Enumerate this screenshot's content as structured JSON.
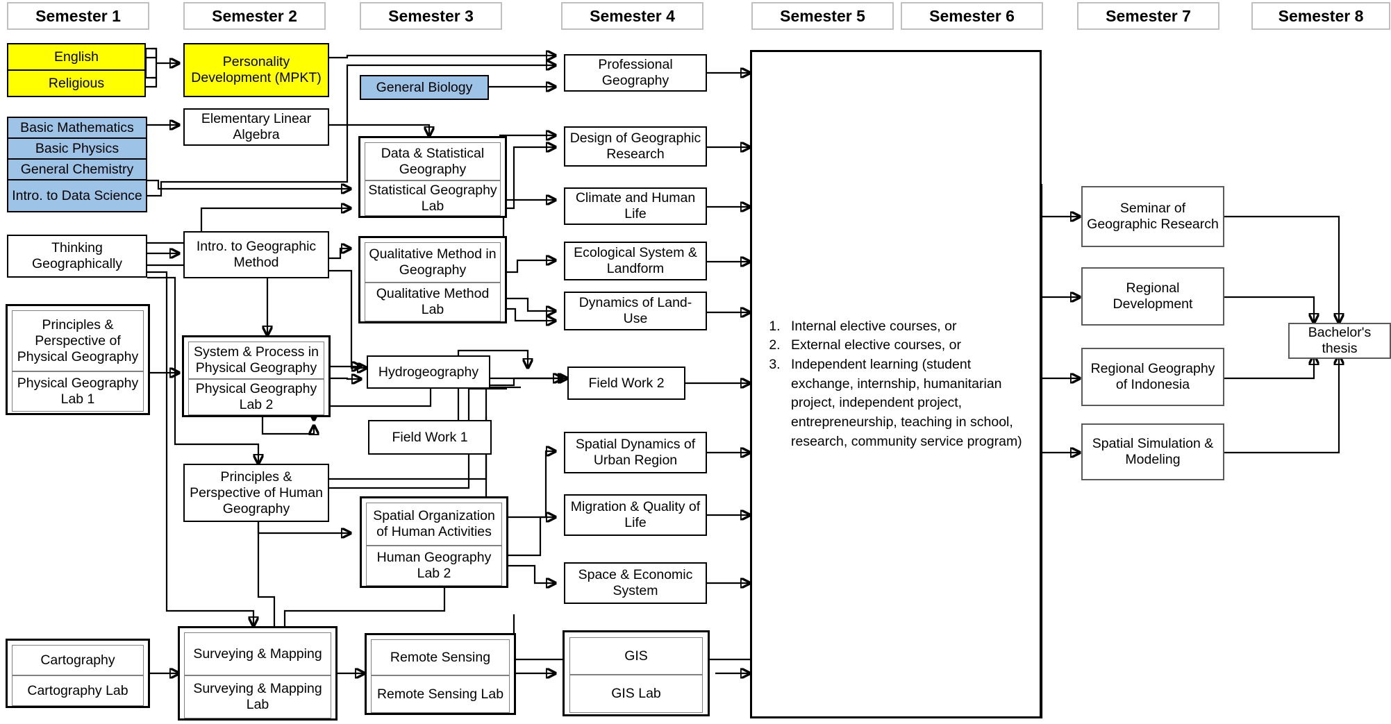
{
  "colors": {
    "yellow": "#ffff00",
    "blue": "#9dc3e6",
    "header_border": "#bfbfbf",
    "box_border": "#000000",
    "sub_border": "#808080"
  },
  "headers": [
    {
      "label": "Semester 1"
    },
    {
      "label": "Semester 2"
    },
    {
      "label": "Semester 3"
    },
    {
      "label": "Semester 4"
    },
    {
      "label": "Semester 5"
    },
    {
      "label": "Semester 6"
    },
    {
      "label": "Semester 7"
    },
    {
      "label": "Semester 8"
    }
  ],
  "semester1": {
    "english": "English",
    "religious": "Religious",
    "basic_mathematics": "Basic Mathematics",
    "basic_physics": "Basic Physics",
    "general_chemistry": "General Chemistry",
    "intro_data_science": "Intro. to Data Science",
    "thinking_geographically": "Thinking Geographically",
    "principles_physical_geography": "Principles & Perspective of Physical Geography",
    "physical_geography_lab1": "Physical Geography Lab 1",
    "cartography": "Cartography",
    "cartography_lab": "Cartography Lab"
  },
  "semester2": {
    "personality_development": "Personality Development (MPKT)",
    "elementary_linear_algebra": "Elementary Linear Algebra",
    "intro_geographic_method": "Intro. to Geographic Method",
    "system_process_physical_geography": "System & Process in Physical Geography",
    "physical_geography_lab2": "Physical Geography Lab 2",
    "principles_human_geography": "Principles & Perspective of Human Geography",
    "surveying_mapping": "Surveying & Mapping",
    "surveying_mapping_lab": "Surveying & Mapping Lab"
  },
  "semester3": {
    "general_biology": "General Biology",
    "data_statistical_geography": "Data & Statistical Geography",
    "statistical_geography_lab": "Statistical Geography Lab",
    "qualitative_method_geography": "Qualitative Method in Geography",
    "qualitative_method_lab": "Qualitative Method Lab",
    "hydrogeography": "Hydrogeography",
    "field_work_1": "Field Work 1",
    "spatial_organization_human_activities": "Spatial Organization of Human Activities",
    "human_geography_lab2": "Human Geography Lab 2",
    "remote_sensing": "Remote Sensing",
    "remote_sensing_lab": "Remote Sensing Lab"
  },
  "semester4": {
    "professional_geography": "Professional Geography",
    "design_geographic_research": "Design of Geographic Research",
    "climate_human_life": "Climate and Human Life",
    "ecological_system_landform": "Ecological System & Landform",
    "dynamics_land_use": "Dynamics of Land-Use",
    "field_work_2": "Field Work 2",
    "spatial_dynamics_urban_region": "Spatial Dynamics of Urban Region",
    "migration_quality_of_life": "Migration & Quality of Life",
    "space_economic_system": "Space & Economic System",
    "gis": "GIS",
    "gis_lab": "GIS Lab"
  },
  "semester56_panel": {
    "items": [
      "Internal elective courses, or",
      "External elective courses, or",
      "Independent learning (student exchange, internship, humanitarian project, independent project, entrepreneurship, teaching in school, research, community service program)"
    ]
  },
  "semester7": {
    "seminar_geographic_research": "Seminar of Geographic Research",
    "regional_development": "Regional Development",
    "regional_geography_indonesia": "Regional Geography of Indonesia",
    "spatial_simulation_modeling": "Spatial Simulation & Modeling"
  },
  "semester8": {
    "bachelors_thesis": "Bachelor's thesis"
  }
}
